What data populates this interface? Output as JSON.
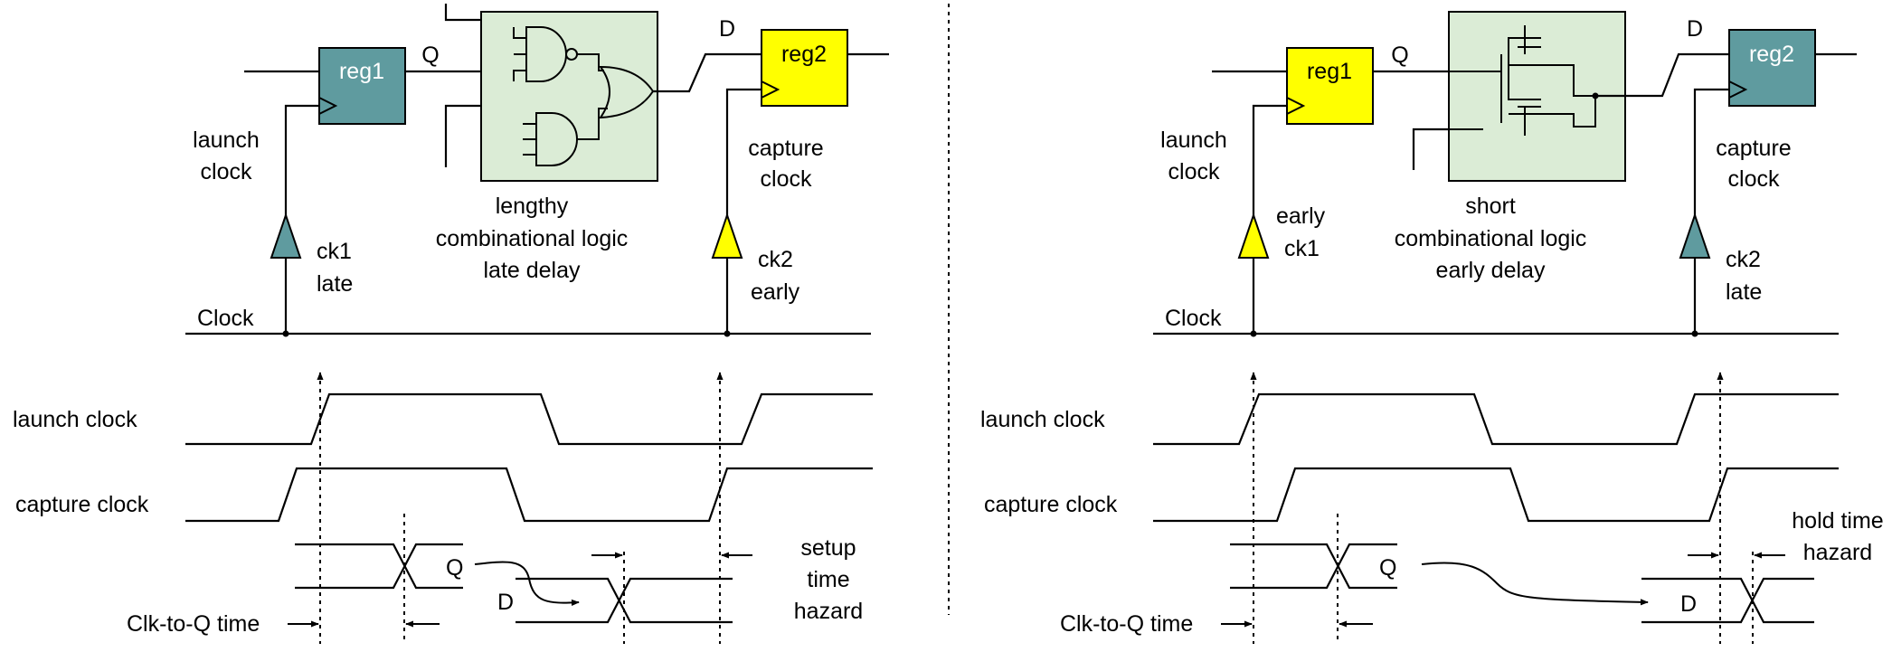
{
  "colors": {
    "teal": "#5f9b9f",
    "yellow": "#ffff00",
    "logic_green": "#dbecd6"
  },
  "left": {
    "reg1": "reg1",
    "reg2": "reg2",
    "q": "Q",
    "d": "D",
    "launch_clock_1": "launch",
    "launch_clock_2": "clock",
    "capture_clock_1": "capture",
    "capture_clock_2": "clock",
    "ck1_1": "ck1",
    "ck1_2": "late",
    "ck2_1": "ck2",
    "ck2_2": "early",
    "logic_1": "lengthy",
    "logic_2": "combinational logic",
    "logic_3": "late delay",
    "clock": "Clock",
    "wave_launch": "launch clock",
    "wave_capture": "capture clock",
    "wave_q": "Q",
    "wave_d": "D",
    "clk_to_q": "Clk-to-Q time",
    "hazard_1": "setup",
    "hazard_2": "time",
    "hazard_3": "hazard"
  },
  "right": {
    "reg1": "reg1",
    "reg2": "reg2",
    "q": "Q",
    "d": "D",
    "launch_clock_1": "launch",
    "launch_clock_2": "clock",
    "capture_clock_1": "capture",
    "capture_clock_2": "clock",
    "ck1_1": "early",
    "ck1_2": "ck1",
    "ck2_1": "ck2",
    "ck2_2": "late",
    "logic_1": "short",
    "logic_2": "combinational logic",
    "logic_3": "early delay",
    "clock": "Clock",
    "wave_launch": "launch clock",
    "wave_capture": "capture clock",
    "wave_q": "Q",
    "wave_d": "D",
    "clk_to_q": "Clk-to-Q time",
    "hazard_1": "hold time",
    "hazard_2": "hazard"
  }
}
